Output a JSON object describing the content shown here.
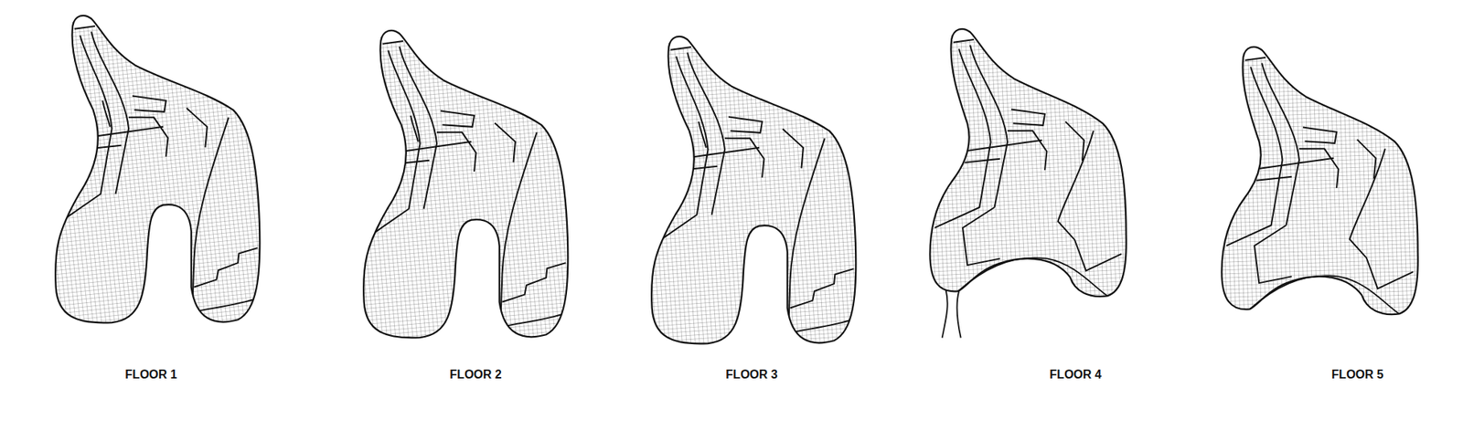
{
  "diagram": {
    "nodes": [
      {
        "text": [
          "FLOOR 1"
        ]
      },
      {
        "text": [
          "FLOOR 2"
        ]
      },
      {
        "text": [
          "FLOOR 3"
        ]
      },
      {
        "text": [
          "FLOOR 4"
        ]
      },
      {
        "text": [
          "FLOOR 5"
        ]
      }
    ]
  }
}
